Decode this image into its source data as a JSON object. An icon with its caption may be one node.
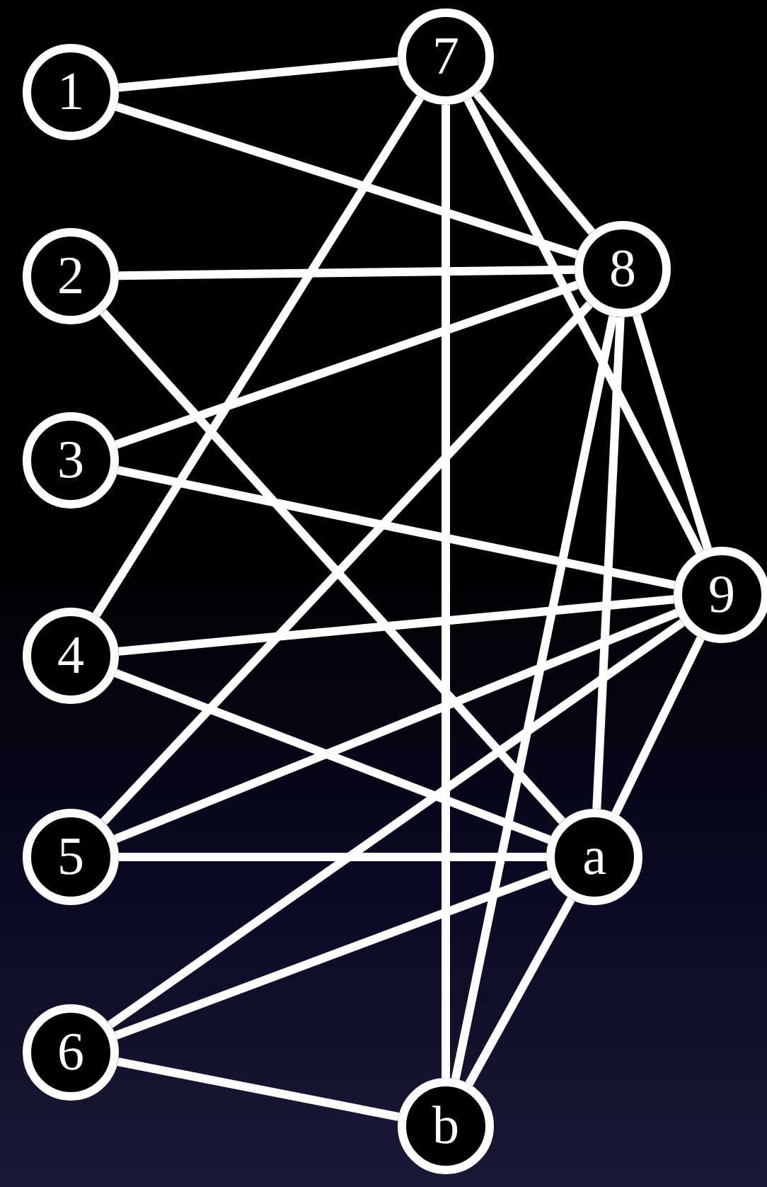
{
  "diagram": {
    "nodes": [
      {
        "text": [
          "1"
        ]
      },
      {
        "text": [
          "2"
        ]
      },
      {
        "text": [
          "3"
        ]
      },
      {
        "text": [
          "4"
        ]
      },
      {
        "text": [
          "5"
        ]
      },
      {
        "text": [
          "6"
        ]
      },
      {
        "text": [
          "7"
        ]
      },
      {
        "text": [
          "8"
        ]
      },
      {
        "text": [
          "9"
        ]
      },
      {
        "text": [
          "a"
        ]
      },
      {
        "text": [
          "b"
        ]
      }
    ],
    "edges": [
      {
        "from": 0,
        "to": 6,
        "arrow": "none"
      },
      {
        "from": 0,
        "to": 7,
        "arrow": "none"
      },
      {
        "from": 1,
        "to": 7,
        "arrow": "none"
      },
      {
        "from": 1,
        "to": 9,
        "arrow": "none"
      },
      {
        "from": 2,
        "to": 7,
        "arrow": "none"
      },
      {
        "from": 2,
        "to": 8,
        "arrow": "none"
      },
      {
        "from": 3,
        "to": 6,
        "arrow": "none"
      },
      {
        "from": 3,
        "to": 8,
        "arrow": "none"
      },
      {
        "from": 3,
        "to": 9,
        "arrow": "none"
      },
      {
        "from": 4,
        "to": 7,
        "arrow": "none"
      },
      {
        "from": 4,
        "to": 8,
        "arrow": "none"
      },
      {
        "from": 4,
        "to": 9,
        "arrow": "none"
      },
      {
        "from": 5,
        "to": 8,
        "arrow": "none"
      },
      {
        "from": 5,
        "to": 9,
        "arrow": "none"
      },
      {
        "from": 5,
        "to": 10,
        "arrow": "none"
      },
      {
        "from": 6,
        "to": 7,
        "arrow": "none"
      },
      {
        "from": 6,
        "to": 8,
        "arrow": "none"
      },
      {
        "from": 6,
        "to": 10,
        "arrow": "none"
      },
      {
        "from": 7,
        "to": 8,
        "arrow": "none"
      },
      {
        "from": 7,
        "to": 9,
        "arrow": "none"
      },
      {
        "from": 7,
        "to": 10,
        "arrow": "none"
      },
      {
        "from": 8,
        "to": 9,
        "arrow": "none"
      },
      {
        "from": 9,
        "to": 10,
        "arrow": "none"
      }
    ]
  }
}
